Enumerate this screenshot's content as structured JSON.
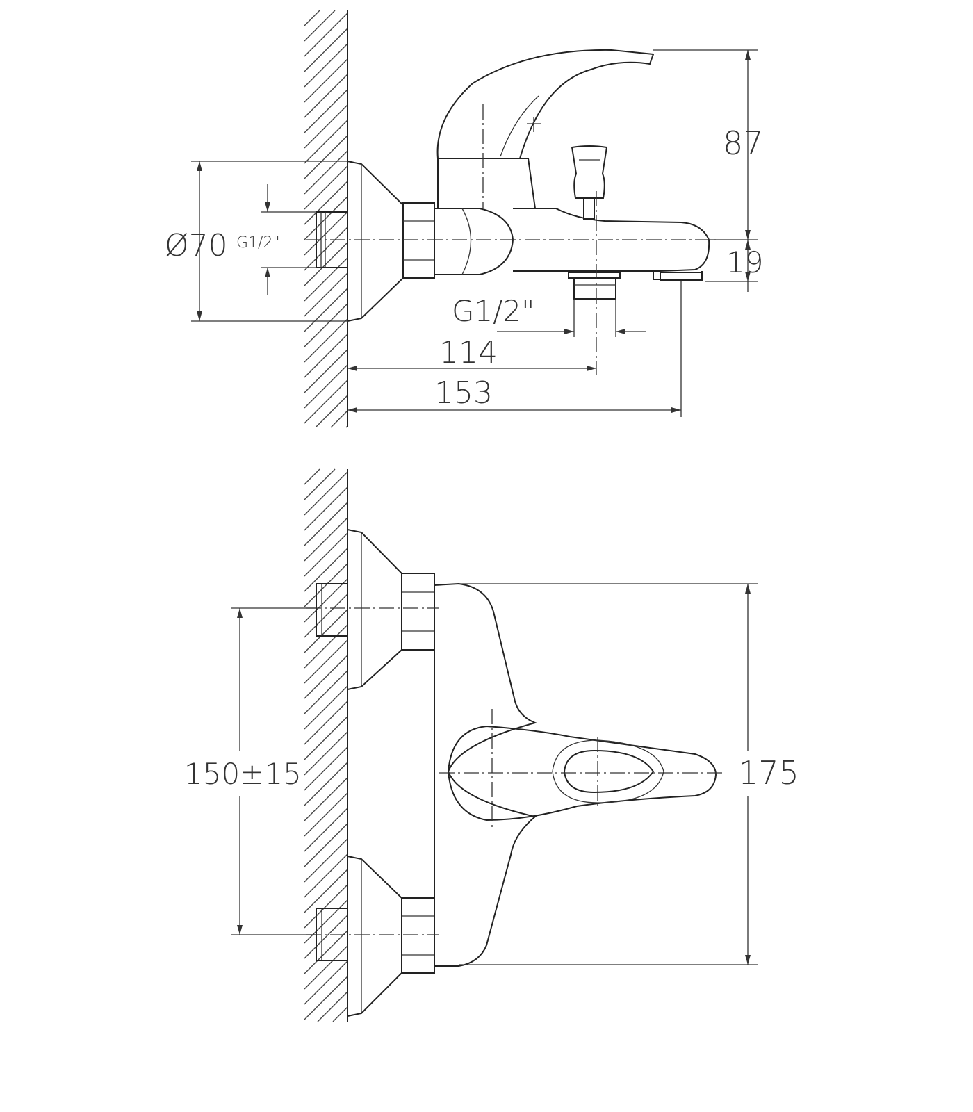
{
  "side_view": {
    "dim_height_handle": "87",
    "dim_flange_diameter": "Ø70",
    "dim_inlet_thread": "G1/2\"",
    "dim_spout_height": "19",
    "dim_outlet_thread": "G1/2\"",
    "dim_diverter_distance": "114",
    "dim_spout_length": "153"
  },
  "front_view": {
    "dim_center_distance": "150±15",
    "dim_body_height": "175"
  },
  "colors": {
    "line": "#222222",
    "background": "#ffffff"
  }
}
